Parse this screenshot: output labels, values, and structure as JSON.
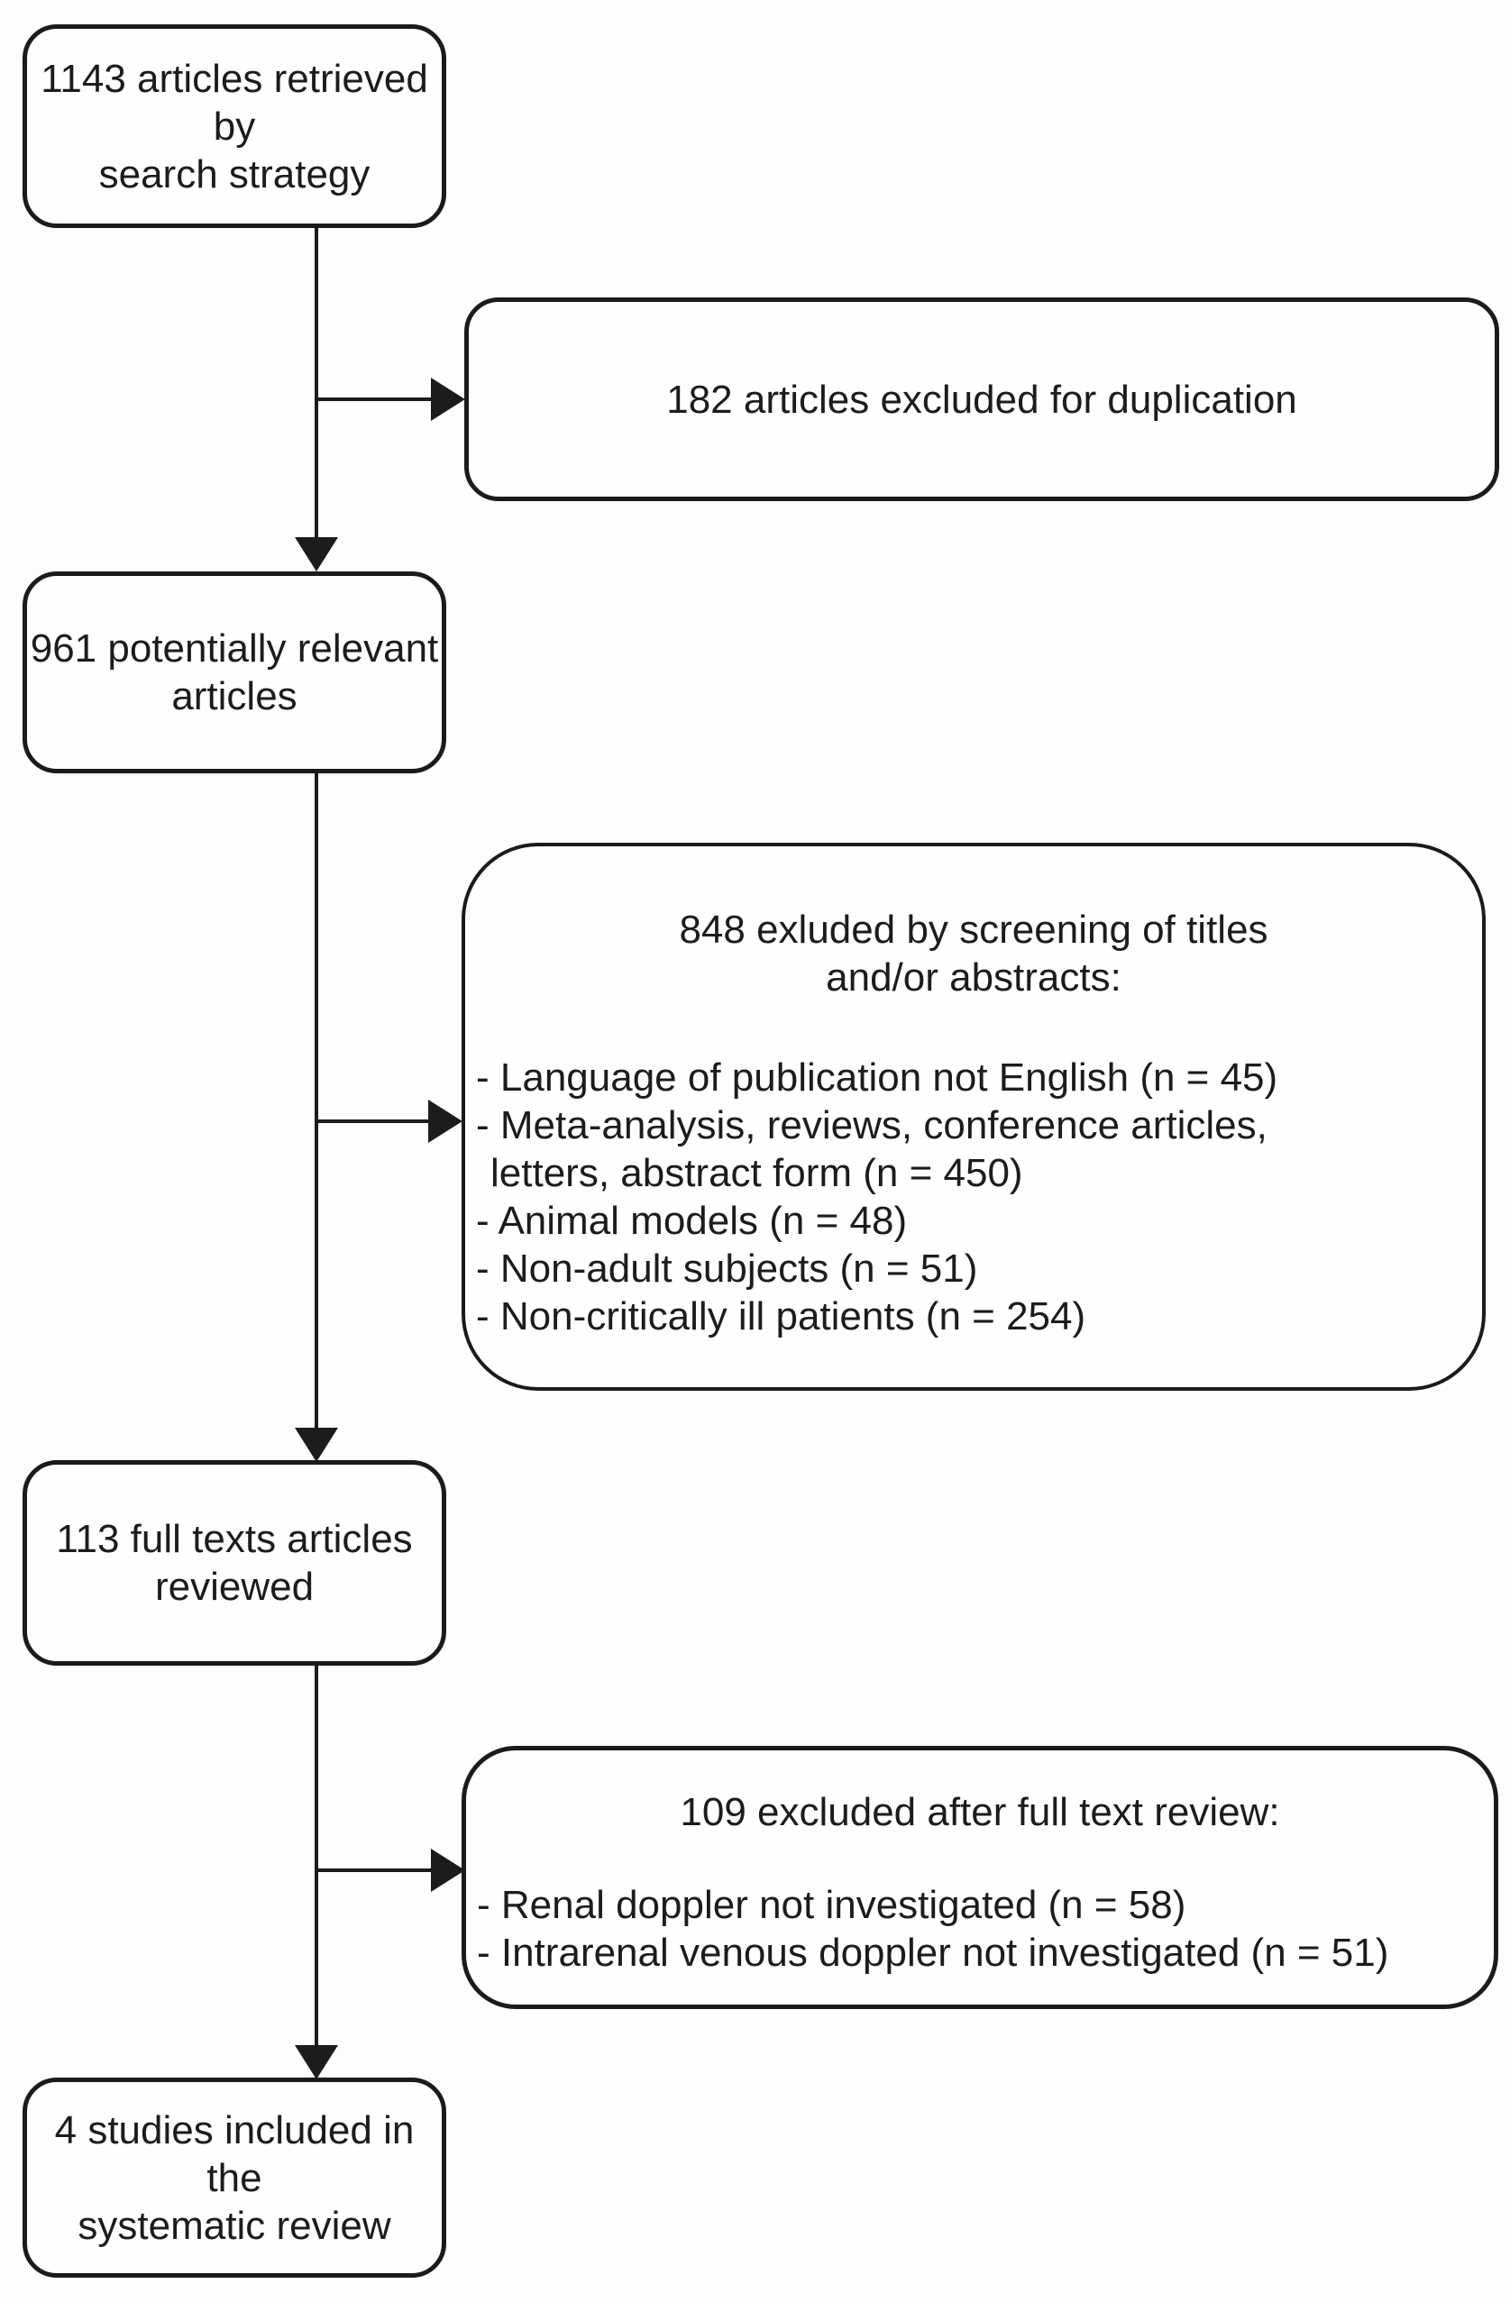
{
  "flowchart": {
    "colors": {
      "border": "#1b1b1b",
      "text": "#1c1c1c",
      "background": "#fdfdfd"
    },
    "boxes": {
      "retrieved": {
        "lines": [
          "1143 articles retrieved by",
          "search strategy"
        ]
      },
      "duplication": {
        "lines": [
          "182 articles excluded for duplication"
        ]
      },
      "relevant": {
        "lines": [
          "961 potentially relevant",
          "articles"
        ]
      },
      "screening": {
        "heading": [
          "848 exluded by screening of titles",
          "and/or abstracts:"
        ],
        "items": [
          "- Language of publication not English (n = 45)",
          "- Meta-analysis, reviews, conference articles,",
          "letters, abstract form (n = 450)",
          "- Animal models (n = 48)",
          "- Non-adult subjects (n = 51)",
          "- Non-critically ill patients (n = 254)"
        ]
      },
      "fulltext": {
        "lines": [
          "113 full texts articles",
          "reviewed"
        ]
      },
      "fullreview": {
        "heading": [
          "109 excluded after full text review:"
        ],
        "items": [
          "- Renal doppler not investigated (n = 58)",
          "- Intrarenal venous doppler not investigated (n = 51)"
        ]
      },
      "included": {
        "lines": [
          "4 studies included in the",
          "systematic review"
        ]
      }
    }
  }
}
